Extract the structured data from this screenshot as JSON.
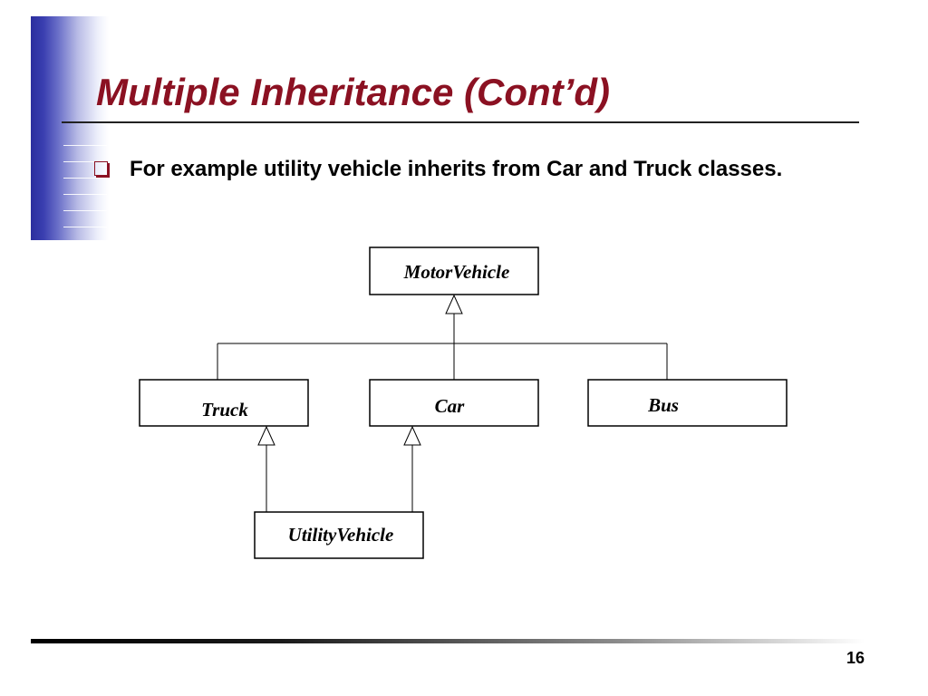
{
  "slide": {
    "title": "Multiple Inheritance (Cont’d)",
    "bullet": "For example utility vehicle inherits from Car and Truck classes.",
    "page_number": "16",
    "accent_color": "#8b1122",
    "band_color": "#2b2f9e"
  },
  "diagram": {
    "classes": {
      "motor_vehicle": "MotorVehicle",
      "truck": "Truck",
      "car": "Car",
      "bus": "Bus",
      "utility_vehicle": "UtilityVehicle"
    },
    "relations": [
      {
        "child": "Truck",
        "parent": "MotorVehicle",
        "type": "inheritance"
      },
      {
        "child": "Car",
        "parent": "MotorVehicle",
        "type": "inheritance"
      },
      {
        "child": "Bus",
        "parent": "MotorVehicle",
        "type": "inheritance"
      },
      {
        "child": "UtilityVehicle",
        "parent": "Truck",
        "type": "inheritance"
      },
      {
        "child": "UtilityVehicle",
        "parent": "Car",
        "type": "inheritance"
      }
    ]
  }
}
